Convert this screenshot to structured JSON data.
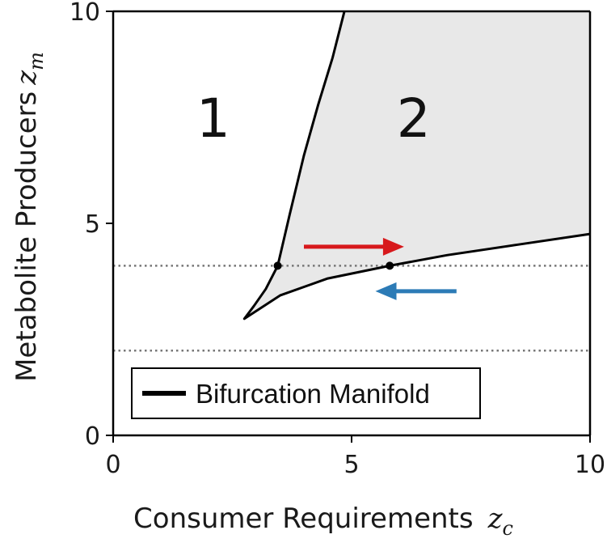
{
  "chart_data": {
    "type": "line",
    "xlabel": "Consumer Requirements",
    "xlabel_symbol": "z",
    "xlabel_subscript": "c",
    "ylabel": "Metabolite Producers",
    "ylabel_symbol": "z",
    "ylabel_subscript": "m",
    "xlim": [
      0,
      10
    ],
    "ylim": [
      0,
      10
    ],
    "xticks": [
      {
        "value": 0,
        "label": "0"
      },
      {
        "value": 5,
        "label": "5"
      },
      {
        "value": 10,
        "label": "10"
      }
    ],
    "yticks": [
      {
        "value": 0,
        "label": "0"
      },
      {
        "value": 5,
        "label": "5"
      },
      {
        "value": 10,
        "label": "10"
      }
    ],
    "grid": false,
    "legend": {
      "position": "bottom-left",
      "entries": [
        "Bifurcation Manifold"
      ]
    },
    "series": [
      {
        "name": "Bifurcation Manifold",
        "color": "#000000",
        "points": [
          [
            4.85,
            10.0
          ],
          [
            4.6,
            8.9
          ],
          [
            4.3,
            7.8
          ],
          [
            4.0,
            6.6
          ],
          [
            3.7,
            5.2
          ],
          [
            3.45,
            4.0
          ],
          [
            3.2,
            3.45
          ],
          [
            2.95,
            3.05
          ],
          [
            2.75,
            2.75
          ],
          [
            3.5,
            3.3
          ],
          [
            4.5,
            3.7
          ],
          [
            5.8,
            4.0
          ],
          [
            7.0,
            4.25
          ],
          [
            8.5,
            4.5
          ],
          [
            10.0,
            4.75
          ]
        ]
      }
    ],
    "shaded_region": {
      "label": "2",
      "color": "#e8e8e8"
    },
    "region_labels": [
      {
        "text": "1",
        "x": 2.1,
        "y": 7.5
      },
      {
        "text": "2",
        "x": 6.3,
        "y": 7.5
      }
    ],
    "reference_lines": [
      {
        "y": 4.0,
        "style": "dotted",
        "color": "#777777"
      },
      {
        "y": 2.0,
        "style": "dotted",
        "color": "#777777"
      }
    ],
    "marked_points": [
      {
        "x": 3.45,
        "y": 4.0
      },
      {
        "x": 5.8,
        "y": 4.0
      }
    ],
    "arrows": [
      {
        "from": [
          4.0,
          4.45
        ],
        "to": [
          6.1,
          4.45
        ],
        "color": "#d7191c"
      },
      {
        "from": [
          7.2,
          3.4
        ],
        "to": [
          5.5,
          3.4
        ],
        "color": "#2c7bb6"
      }
    ]
  }
}
